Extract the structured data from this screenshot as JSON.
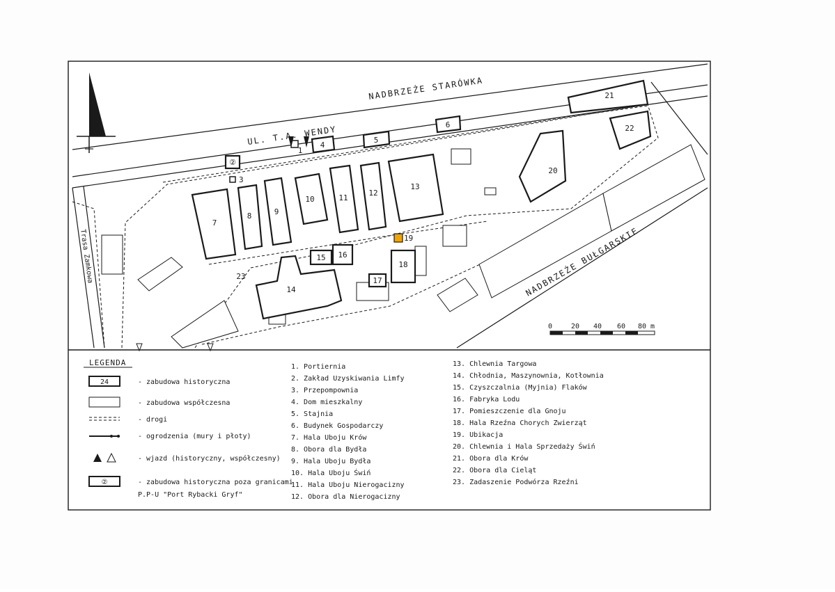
{
  "map": {
    "streets": {
      "nadbrzeze_starowka": "NADBRZEŻE STARÓWKA",
      "ul_wendy": "UL. T.A. WENDY",
      "nadbrzeze_bulgarskie": "NADBRZEŻE BUŁGARSKIE",
      "trasa_zamkowa": "Trasa Zamkowa"
    },
    "buildings": [
      {
        "id": "1",
        "label": "1",
        "type": "historic"
      },
      {
        "id": "2",
        "label": "②",
        "type": "outside"
      },
      {
        "id": "3",
        "label": "3",
        "type": "historic"
      },
      {
        "id": "4",
        "label": "4",
        "type": "historic"
      },
      {
        "id": "5",
        "label": "5",
        "type": "historic"
      },
      {
        "id": "6",
        "label": "6",
        "type": "historic"
      },
      {
        "id": "7",
        "label": "7",
        "type": "historic"
      },
      {
        "id": "8",
        "label": "8",
        "type": "historic"
      },
      {
        "id": "9",
        "label": "9",
        "type": "historic"
      },
      {
        "id": "10",
        "label": "10",
        "type": "historic"
      },
      {
        "id": "11",
        "label": "11",
        "type": "historic"
      },
      {
        "id": "12",
        "label": "12",
        "type": "historic"
      },
      {
        "id": "13",
        "label": "13",
        "type": "historic"
      },
      {
        "id": "14",
        "label": "14",
        "type": "historic"
      },
      {
        "id": "15",
        "label": "15",
        "type": "historic"
      },
      {
        "id": "16",
        "label": "16",
        "type": "historic"
      },
      {
        "id": "17",
        "label": "17",
        "type": "historic"
      },
      {
        "id": "18",
        "label": "18",
        "type": "historic"
      },
      {
        "id": "19",
        "label": "19",
        "type": "highlighted"
      },
      {
        "id": "20",
        "label": "20",
        "type": "historic"
      },
      {
        "id": "21",
        "label": "21",
        "type": "historic"
      },
      {
        "id": "22",
        "label": "22",
        "type": "historic"
      },
      {
        "id": "23",
        "label": "23",
        "type": "area"
      }
    ],
    "scale": {
      "ticks": [
        "0",
        "20",
        "40",
        "60",
        "80 m"
      ]
    },
    "colors": {
      "ink": "#1a1a1a",
      "highlight": "#f0a500",
      "paper": "#ffffff"
    }
  },
  "legend": {
    "title": "LEGENDA",
    "symbols": [
      {
        "sample": "24",
        "icon": "historic-building-symbol",
        "text": "- zabudowa historyczna"
      },
      {
        "sample": "",
        "icon": "modern-building-symbol",
        "text": "- zabudowa współczesna"
      },
      {
        "sample": "",
        "icon": "road-symbol",
        "text": "- drogi"
      },
      {
        "sample": "",
        "icon": "fence-symbol",
        "text": "- ogrodzenia (mury i płoty)"
      },
      {
        "sample": "",
        "icon": "entrance-arrow-icons",
        "text": "- wjazd (historyczny, współczesny)"
      },
      {
        "sample": "②",
        "icon": "outside-building-symbol",
        "text": "- zabudowa historyczna poza granicami"
      }
    ],
    "symbols_extra": "P.P-U \"Port Rybacki Gryf\"",
    "list_col1": [
      "1.  Portiernia",
      "2.  Zakład Uzyskiwania Limfy",
      "3.  Przepompownia",
      "4.  Dom mieszkalny",
      "5.  Stajnia",
      "6.  Budynek Gospodarczy",
      "7.  Hala Uboju Krów",
      "8.  Obora dla Bydła",
      "9.  Hala Uboju Bydła",
      "10. Hala Uboju Świń",
      "11. Hala Uboju Nierogacizny",
      "12. Obora dla Nierogacizny"
    ],
    "list_col2": [
      "13. Chlewnia Targowa",
      "14. Chłodnia, Maszynownia, Kotłownia",
      "15. Czyszczalnia (Myjnia) Flaków",
      "16. Fabryka Lodu",
      "17. Pomieszczenie dla Gnoju",
      "18. Hala Rzeźna Chorych Zwierząt",
      "19. Ubikacja",
      "20. Chlewnia i Hala Sprzedaży Świń",
      "21. Obora dla Krów",
      "22. Obora dla Cieląt",
      "23. Zadaszenie Podwórza Rzeźni"
    ]
  }
}
